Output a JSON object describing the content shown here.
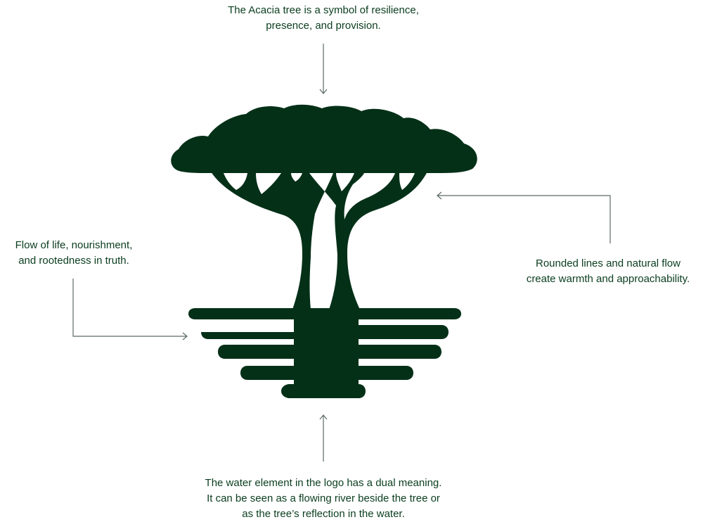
{
  "annotations": {
    "top": {
      "lines": [
        "The Acacia tree is a symbol of resilience,",
        "presence, and provision."
      ]
    },
    "left": {
      "lines": [
        "Flow of life, nourishment,",
        "and rootedness in truth."
      ]
    },
    "right": {
      "lines": [
        "Rounded lines and natural flow",
        "create warmth and approachability."
      ]
    },
    "bottom": {
      "lines": [
        "The water element in the logo has a dual meaning.",
        "It can be seen as a flowing river beside the tree or",
        "as the tree’s reflection in the water."
      ]
    }
  },
  "colors": {
    "tree": "#043018",
    "line": "#5c6b62",
    "text": "#0a3d1e"
  },
  "icons": {
    "logo": "acacia-tree-with-water-reflection-icon"
  }
}
